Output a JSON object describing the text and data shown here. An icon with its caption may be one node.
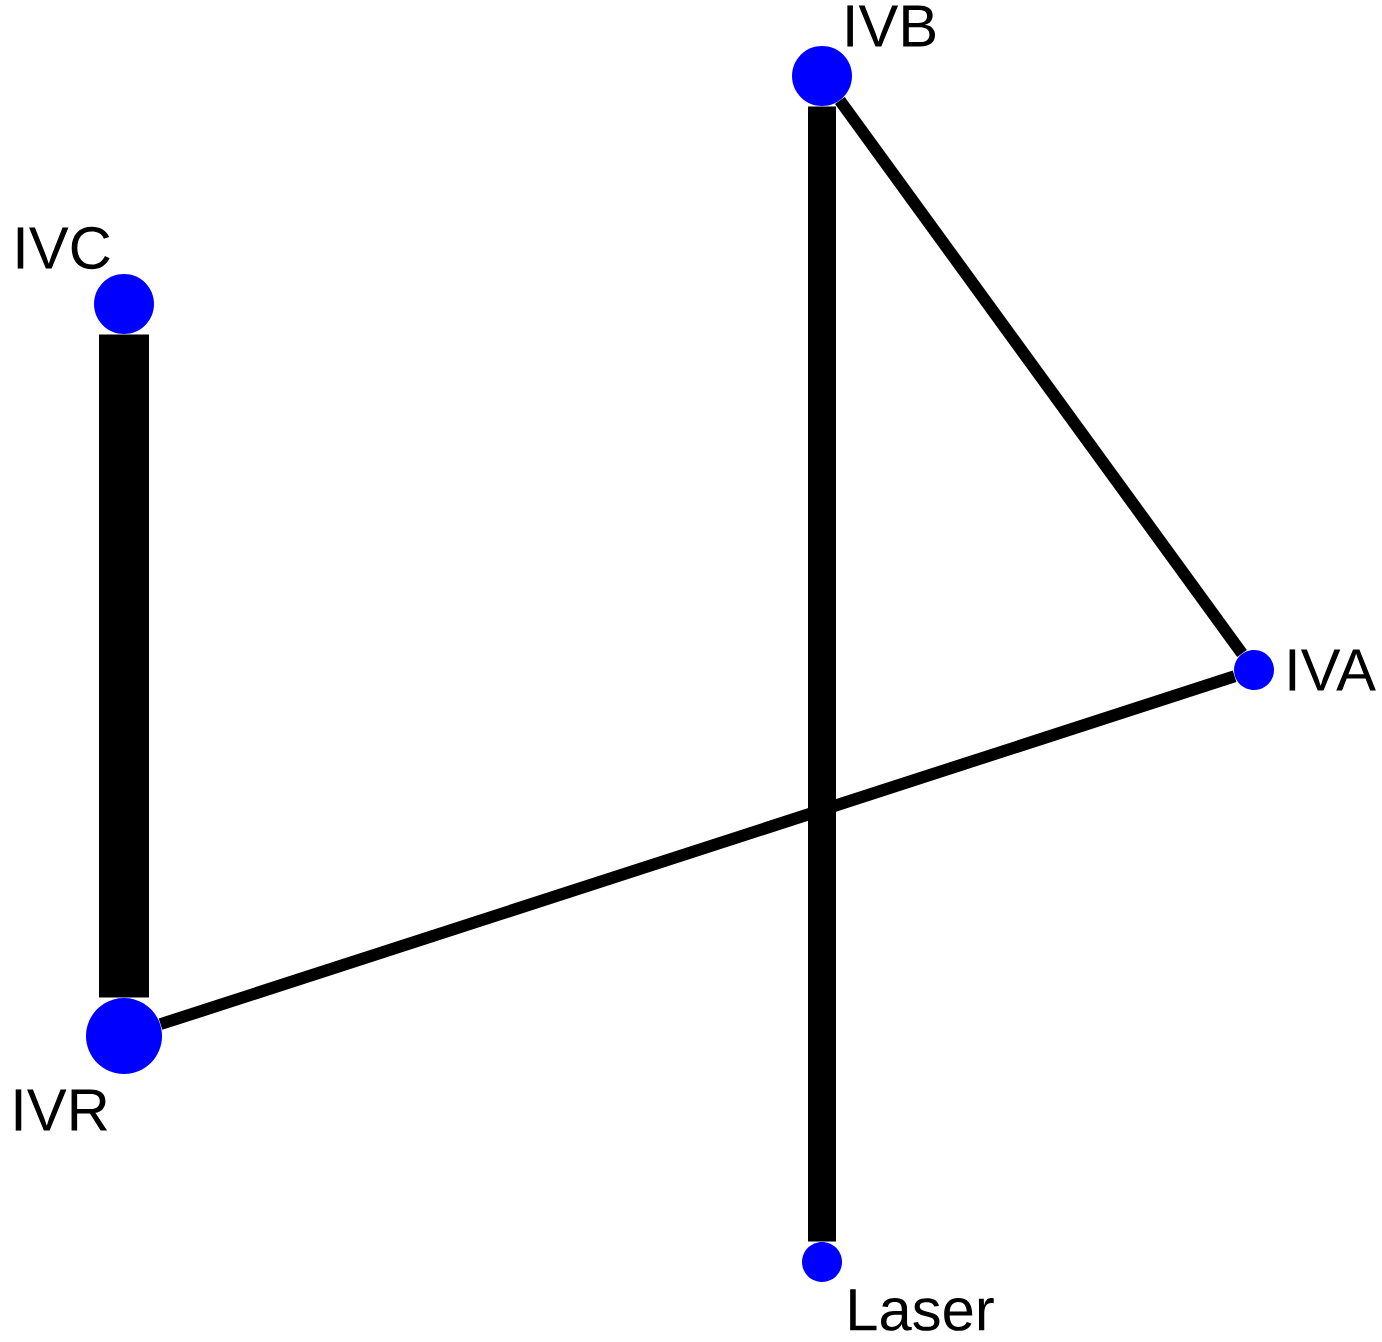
{
  "diagram": {
    "nodes": [
      {
        "text": [],
        "shape": "circle",
        "beside": [
          "IVB"
        ]
      },
      {
        "text": [],
        "shape": "circle",
        "beside": [
          "IVC"
        ]
      },
      {
        "text": [],
        "shape": "circle",
        "beside": [
          "IVA"
        ]
      },
      {
        "text": [],
        "shape": "circle",
        "beside": [
          "IVR"
        ]
      },
      {
        "text": [],
        "shape": "circle",
        "beside": [
          "Laser"
        ]
      }
    ],
    "edges": [
      {
        "from": 1,
        "to": 3,
        "arrow": "none",
        "style": "thick"
      },
      {
        "from": 0,
        "to": 4,
        "arrow": "none",
        "style": "thick"
      },
      {
        "from": 0,
        "to": 2,
        "arrow": "none"
      },
      {
        "from": 2,
        "to": 3,
        "arrow": "none"
      }
    ]
  }
}
